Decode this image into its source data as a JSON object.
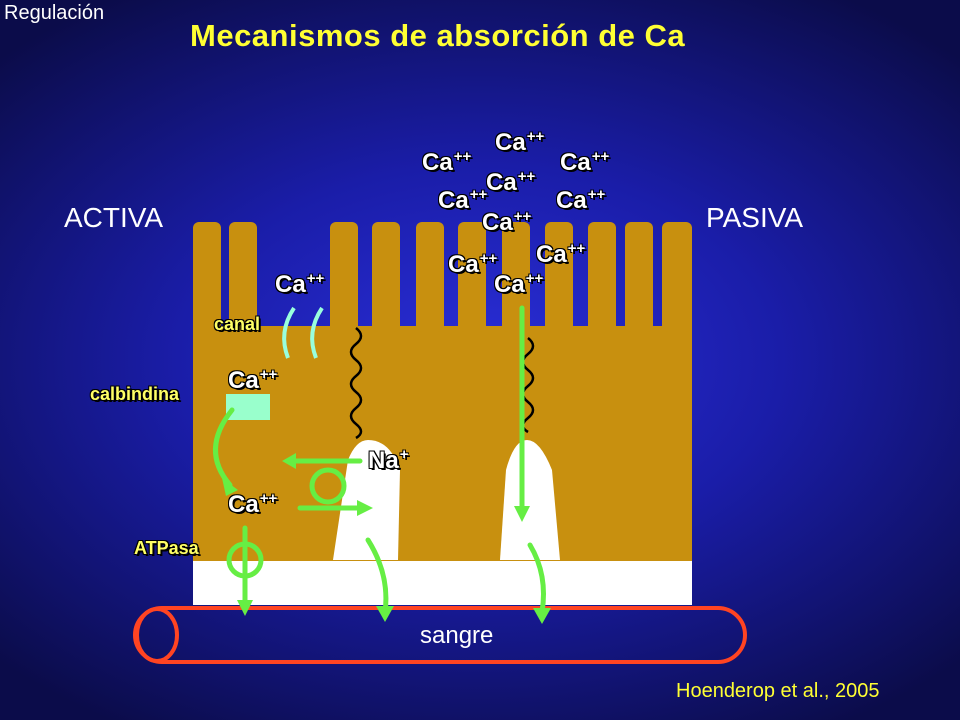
{
  "header": {
    "corner_label": "Regulación",
    "title": "Mecanismos de absorción de Ca"
  },
  "sections": {
    "left": "ACTIVA",
    "right": "PASIVA"
  },
  "labels": {
    "ion": "Ca",
    "charge": "++",
    "sodium": "Na",
    "sodium_charge": "+",
    "canal": "canal",
    "calbindina": "calbindina",
    "atpasa": "ATPasa",
    "blood": "sangre"
  },
  "citation": "Hoenderop et al., 2005",
  "colors": {
    "background": "#1a1da8",
    "cell": "#c8900f",
    "arrow": "#66ee44",
    "blood_vessel": "#ff4422",
    "title": "#ffff33",
    "calbindin_box": "#99ffcc"
  }
}
